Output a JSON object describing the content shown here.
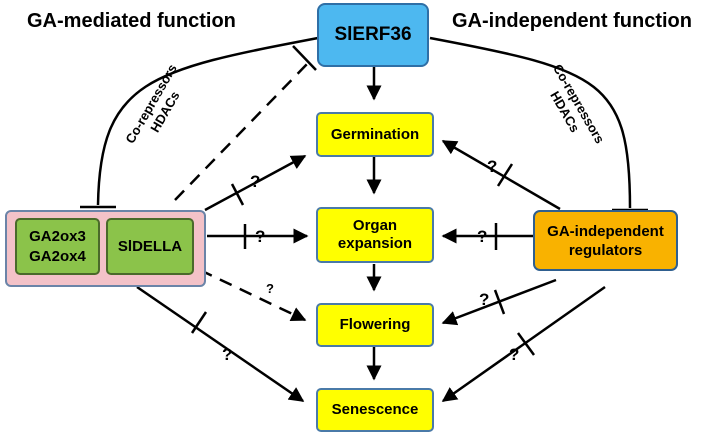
{
  "headings": {
    "left": "GA-mediated function",
    "right": "GA-independent function"
  },
  "nodes": {
    "slerf36": "SlERF36",
    "germination": "Germination",
    "organ_expansion": "Organ\nexpansion",
    "flowering": "Flowering",
    "senescence": "Senescence",
    "ga2ox": "GA2ox3\nGA2ox4",
    "sldella": "SlDELLA",
    "ga_independent": "GA-independent\nregulators"
  },
  "labels": {
    "corepressors_left": "Co-repressors\nHDACs",
    "corepressors_right": "Co-repressors\nHDACs",
    "question": "?"
  },
  "colors": {
    "process_fill": "#ffff00",
    "slerf36_fill": "#4db8f0",
    "regulator_fill": "#f9b200",
    "ga_group_fill": "#f3c2c8",
    "ga_gene_fill": "#8bc34a"
  }
}
